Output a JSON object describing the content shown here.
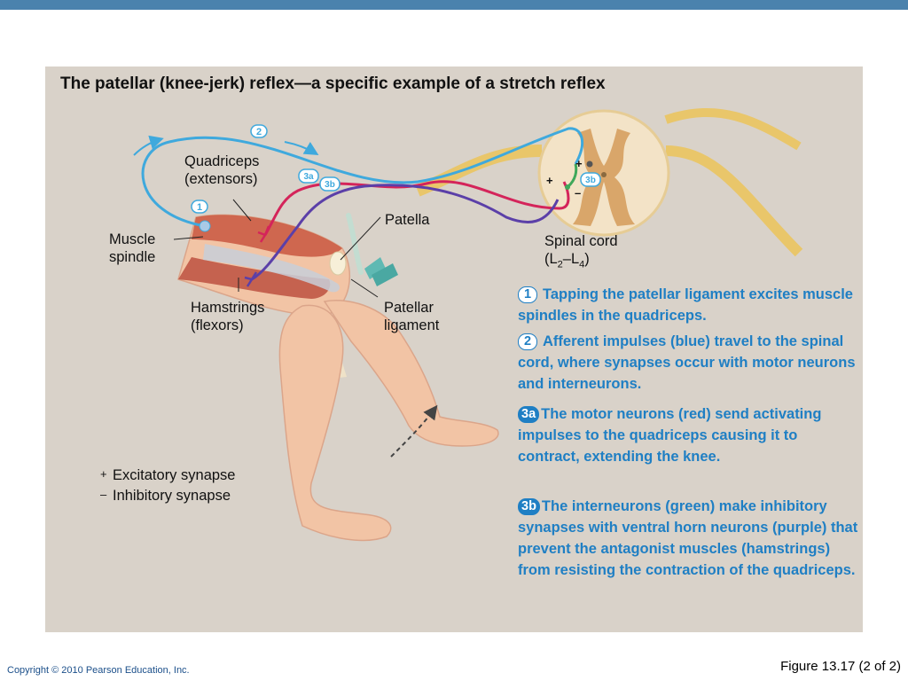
{
  "title": "The patellar (knee-jerk) reflex—a specific example of a stretch reflex",
  "labels": {
    "quadriceps": [
      "Quadriceps",
      "(extensors)"
    ],
    "muscle_spindle": [
      "Muscle",
      "spindle"
    ],
    "patella": "Patella",
    "hamstrings": [
      "Hamstrings",
      "(flexors)"
    ],
    "patellar_ligament": [
      "Patellar",
      "ligament"
    ],
    "spinal_cord_line1": "Spinal cord",
    "spinal_cord_line2": "(L",
    "spinal_cord_sub1": "2",
    "spinal_cord_dash": "–L",
    "spinal_cord_sub2": "4",
    "spinal_cord_close": ")"
  },
  "markers": {
    "one": "1",
    "two": "2",
    "three_a": "3a",
    "three_b": "3b",
    "plus": "+",
    "minus": "–"
  },
  "steps": [
    {
      "badge": "1",
      "text": "Tapping the patellar ligament excites muscle spindles in the quadriceps."
    },
    {
      "badge": "2",
      "text": "Afferent impulses (blue) travel to the spinal cord, where synapses occur with motor neurons and interneurons."
    },
    {
      "badge": "3a",
      "text": "The motor neurons (red) send activating impulses to the quadriceps causing it to contract, extending the knee."
    },
    {
      "badge": "3b",
      "text": "The interneurons (green) make inhibitory synapses with ventral horn neurons (purple) that prevent the antagonist muscles (hamstrings) from resisting the contraction of the quadriceps."
    }
  ],
  "legend": {
    "excitatory_symbol": "+",
    "excitatory": "Excitatory synapse",
    "inhibitory_symbol": "–",
    "inhibitory": "Inhibitory synapse"
  },
  "footer": {
    "copyright": "Copyright © 2010 Pearson Education, Inc.",
    "figure": "Figure 13.17 (2 of 2)"
  },
  "colors": {
    "header_bar": "#4a82ad",
    "panel_bg": "#d9d2c9",
    "afferent_blue": "#3fa9dd",
    "motor_red": "#d4245a",
    "interneuron_green": "#3fa85a",
    "ventral_purple": "#5b3fa8",
    "text_blue": "#1f7fc4"
  }
}
